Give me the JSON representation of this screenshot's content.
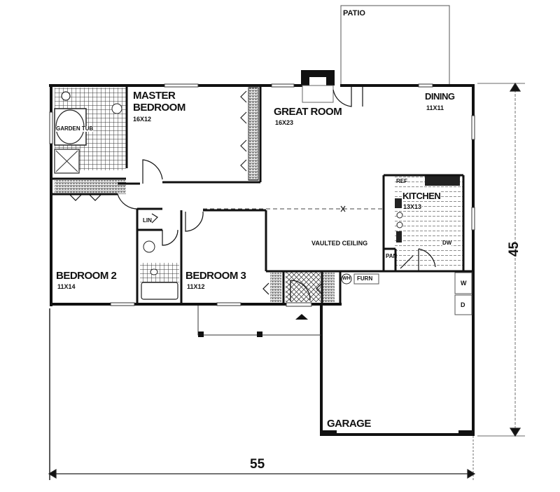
{
  "diagram": {
    "type": "floor-plan",
    "overall_width": "55",
    "overall_depth": "45"
  },
  "rooms": {
    "patio": {
      "name": "PATIO"
    },
    "master_bedroom": {
      "name_line1": "MASTER",
      "name_line2": "BEDROOM",
      "size": "16X12"
    },
    "garden_tub": {
      "name": "GARDEN TUB"
    },
    "great_room": {
      "name": "GREAT ROOM",
      "size": "16X23"
    },
    "dining": {
      "name": "DINING",
      "size": "11X11"
    },
    "kitchen": {
      "name": "KITCHEN",
      "size": "13X13"
    },
    "refrigerator": {
      "name": "REF"
    },
    "dishwasher": {
      "name": "DW"
    },
    "pantry": {
      "name": "PAN"
    },
    "vaulted_ceiling": {
      "name": "VAULTED CEILING"
    },
    "linen": {
      "name": "LIN"
    },
    "bedroom2": {
      "name": "BEDROOM 2",
      "size": "11X14"
    },
    "bedroom3": {
      "name": "BEDROOM 3",
      "size": "11X12"
    },
    "water_heater": {
      "name": "WH"
    },
    "furnace": {
      "name": "FURN"
    },
    "washer": {
      "name": "W"
    },
    "dryer": {
      "name": "D"
    },
    "garage": {
      "name": "GARAGE"
    }
  },
  "dimensions": {
    "width_label": "55",
    "depth_label": "45"
  }
}
